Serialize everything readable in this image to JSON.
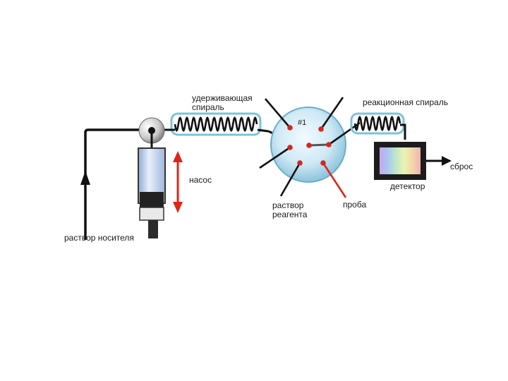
{
  "diagram": {
    "labels": {
      "holding_coil_line1": "удерживающая",
      "holding_coil_line2": "спираль",
      "reaction_coil": "реакционная спираль",
      "port_number": "#1",
      "waste": "сброс",
      "detector": "детектор",
      "pump": "насос",
      "reagent_line1": "раствор",
      "reagent_line2": "реагента",
      "sample": "проба",
      "carrier": "раствор носителя"
    },
    "colors": {
      "tube": "#111111",
      "coil_sheath": "#7ac3dc",
      "valve_fill": "#cfe9f5",
      "valve_port": "#d8261e",
      "pump_arrow": "#e02418",
      "sample_line": "#e02418",
      "syringe_glass": "#b8cde8",
      "syringe_plunger": "#333333"
    }
  }
}
